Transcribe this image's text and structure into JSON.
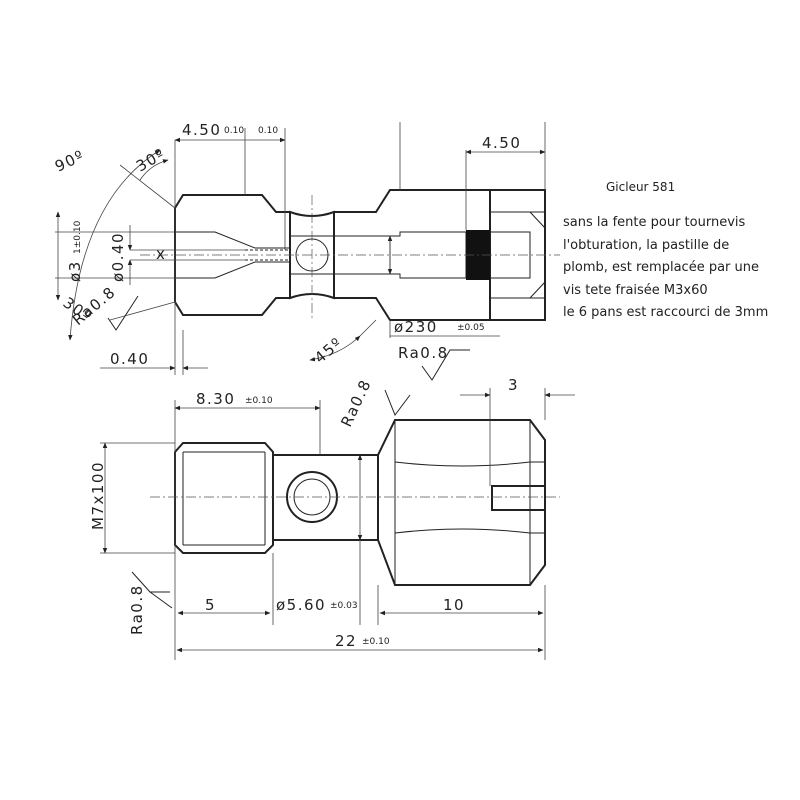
{
  "title": "Gicleur 581",
  "notes": [
    "sans la fente pour tournevis",
    "l'obturation,    la pastille de",
    "plomb, est remplacée par une",
    "vis tete fraisée M3x60",
    "le 6 pans est raccourci de 3mm"
  ],
  "top_view": {
    "dim_450_010": "4.50",
    "tol_450_010": "0.10",
    "dim_010": "0.10",
    "dim_450_right": "4.50",
    "angle_90": "90º",
    "angle_30_top": "30º",
    "angle_30_bottom": "30º",
    "dia_310": "ø3",
    "tol_310": "1±0.10",
    "dia_040_small": "ø0.40",
    "x_mark": "x",
    "surface_ra08_left": "Ra0.8",
    "dim_040_bottom": "0.40",
    "angle_45": "45º",
    "dia_230": "ø230",
    "tol_230": "±0.05",
    "surface_ra08_mid": "Ra0.8"
  },
  "bottom_view": {
    "dim_830": "8.30",
    "tol_830": "±0.10",
    "surface_ra08_chamfer": "Ra0.8",
    "dim_3": "3",
    "thread": "M7x100",
    "surface_ra08_bottom": "Ra0.8",
    "dim_5": "5",
    "dia_560": "ø5.60",
    "tol_560": "±0.03",
    "dim_10": "10",
    "dim_22": "22",
    "tol_22": "±0.10"
  }
}
